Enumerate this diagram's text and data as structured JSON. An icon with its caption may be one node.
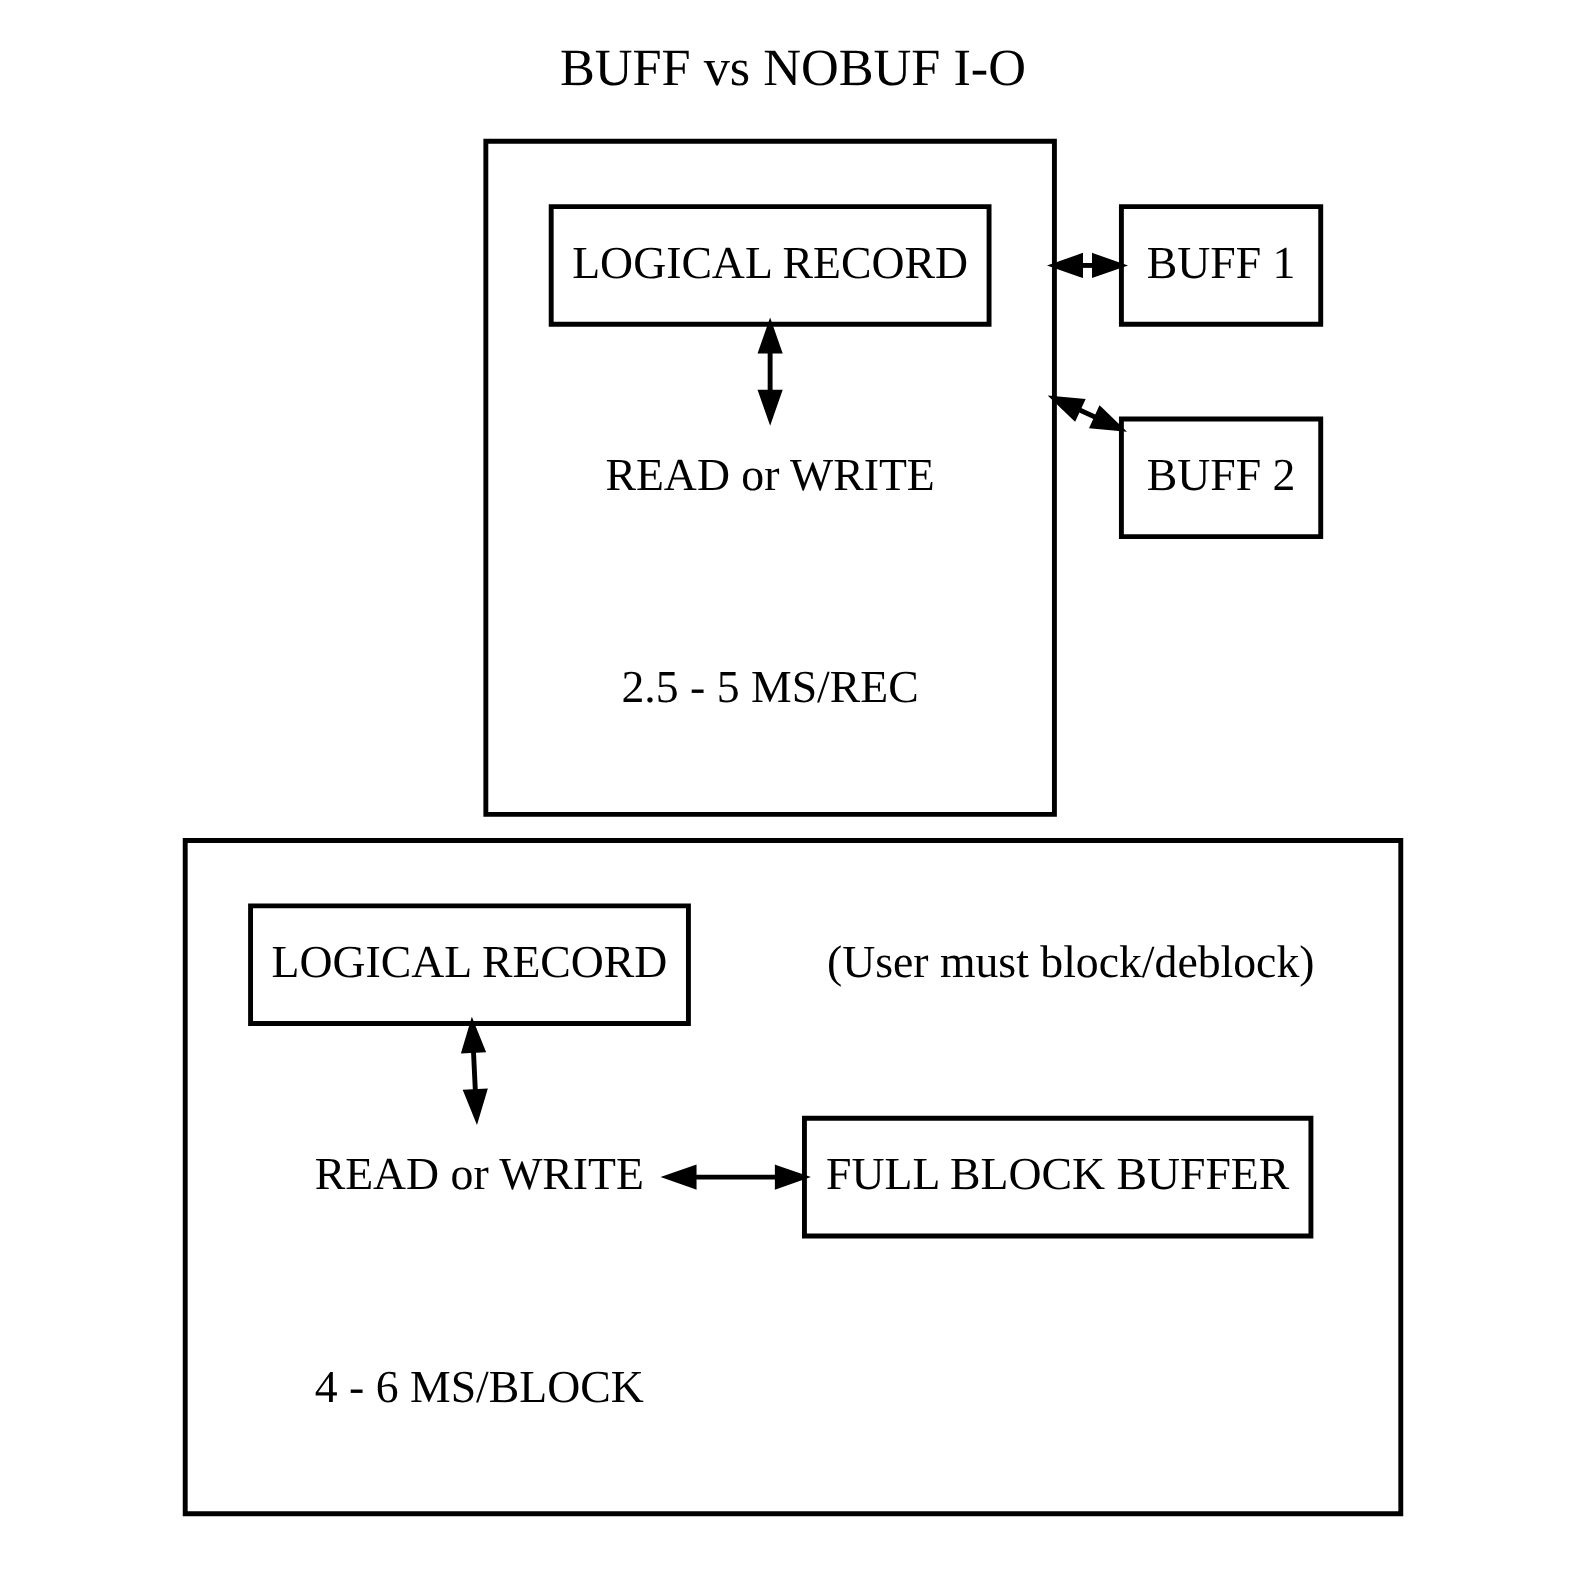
{
  "diagram": {
    "title": "BUFF vs NOBUF I-O",
    "nodes": [
      {
        "text": [],
        "shape": "box"
      },
      {
        "text": [
          "LOGICAL RECORD"
        ],
        "in": 0
      },
      {
        "text": [
          "READ or WRITE"
        ],
        "in": 0,
        "beside": [
          "2.5 - 5 MS/REC"
        ]
      },
      {
        "text": [
          "BUFF 1"
        ]
      },
      {
        "text": [
          "BUFF 2"
        ]
      },
      {
        "text": [],
        "shape": "box"
      },
      {
        "text": [
          "LOGICAL RECORD"
        ],
        "in": 5
      },
      {
        "text": [
          "READ or WRITE"
        ],
        "in": 5,
        "beside": [
          "4 - 6 MS/BLOCK"
        ]
      },
      {
        "text": [
          "FULL BLOCK BUFFER"
        ],
        "in": 5,
        "beside": [
          "(User must block/deblock)"
        ]
      }
    ],
    "edges": [
      {
        "from": 1,
        "to": 2,
        "arrow": "both"
      },
      {
        "from": 0,
        "to": 3,
        "arrow": "both"
      },
      {
        "from": 0,
        "to": 4,
        "arrow": "both"
      },
      {
        "from": 6,
        "to": 7,
        "arrow": "both"
      },
      {
        "from": 7,
        "to": 8,
        "arrow": "both"
      }
    ]
  }
}
